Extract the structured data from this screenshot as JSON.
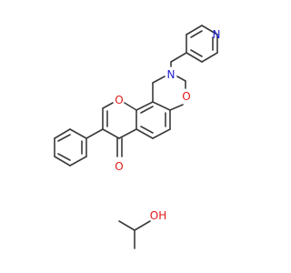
{
  "molecule": {
    "atoms": {
      "pyridine_n": "N",
      "amine_n": "N",
      "ring_o_chromone": "O",
      "ring_o_oxazine": "O",
      "carbonyl_o": "O",
      "hydroxyl_o": "OH"
    },
    "colors": {
      "bond": "#3a3a3a",
      "nitrogen": "#1f1fd2",
      "oxygen": "#e01a1a"
    }
  }
}
